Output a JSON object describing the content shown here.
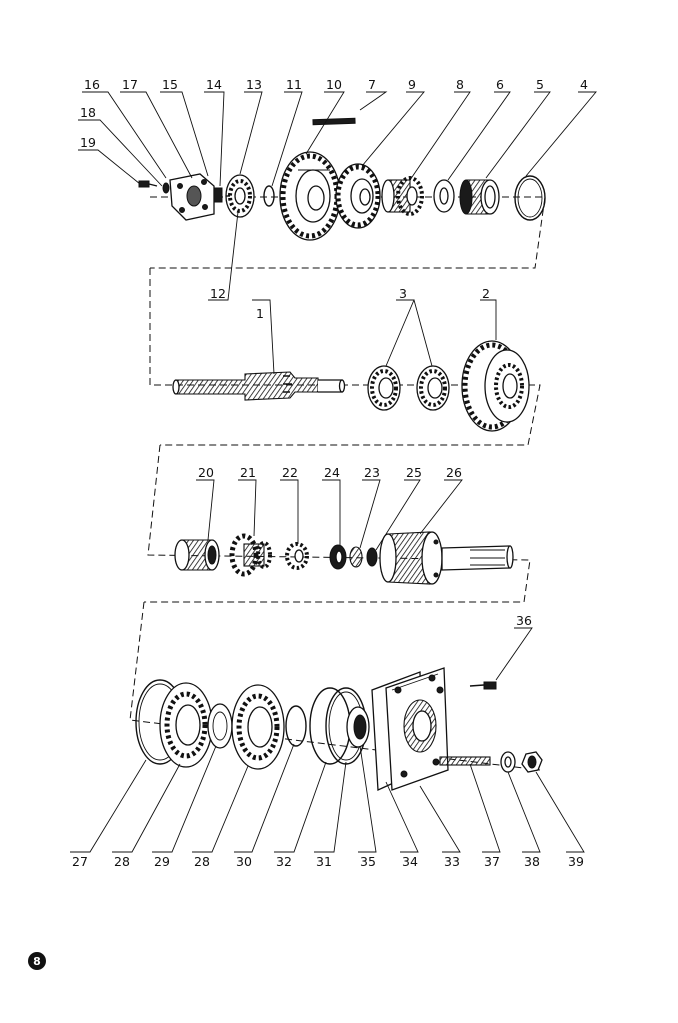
{
  "parts": [
    {
      "id": "p1",
      "label": "1"
    },
    {
      "id": "p2",
      "label": "2"
    },
    {
      "id": "p3",
      "label": "3"
    },
    {
      "id": "p4",
      "label": "4"
    },
    {
      "id": "p5",
      "label": "5"
    },
    {
      "id": "p6",
      "label": "6"
    },
    {
      "id": "p7",
      "label": "7"
    },
    {
      "id": "p8",
      "label": "8"
    },
    {
      "id": "p9",
      "label": "9"
    },
    {
      "id": "p10",
      "label": "10"
    },
    {
      "id": "p11",
      "label": "11"
    },
    {
      "id": "p12",
      "label": "12"
    },
    {
      "id": "p13",
      "label": "13"
    },
    {
      "id": "p14",
      "label": "14"
    },
    {
      "id": "p15",
      "label": "15"
    },
    {
      "id": "p16",
      "label": "16"
    },
    {
      "id": "p17",
      "label": "17"
    },
    {
      "id": "p18",
      "label": "18"
    },
    {
      "id": "p19",
      "label": "19"
    },
    {
      "id": "p20",
      "label": "20"
    },
    {
      "id": "p21",
      "label": "21"
    },
    {
      "id": "p22",
      "label": "22"
    },
    {
      "id": "p23",
      "label": "23"
    },
    {
      "id": "p24",
      "label": "24"
    },
    {
      "id": "p25",
      "label": "25"
    },
    {
      "id": "p26",
      "label": "26"
    },
    {
      "id": "p27",
      "label": "27"
    },
    {
      "id": "p28a",
      "label": "28"
    },
    {
      "id": "p29",
      "label": "29"
    },
    {
      "id": "p28b",
      "label": "28"
    },
    {
      "id": "p30",
      "label": "30"
    },
    {
      "id": "p32",
      "label": "32"
    },
    {
      "id": "p31",
      "label": "31"
    },
    {
      "id": "p35",
      "label": "35"
    },
    {
      "id": "p34",
      "label": "34"
    },
    {
      "id": "p33",
      "label": "33"
    },
    {
      "id": "p37",
      "label": "37"
    },
    {
      "id": "p38",
      "label": "38"
    },
    {
      "id": "p39",
      "label": "39"
    },
    {
      "id": "p36",
      "label": "36"
    }
  ],
  "page_number": "8",
  "colors": {
    "ink": "#111111",
    "paper": "#ffffff"
  }
}
